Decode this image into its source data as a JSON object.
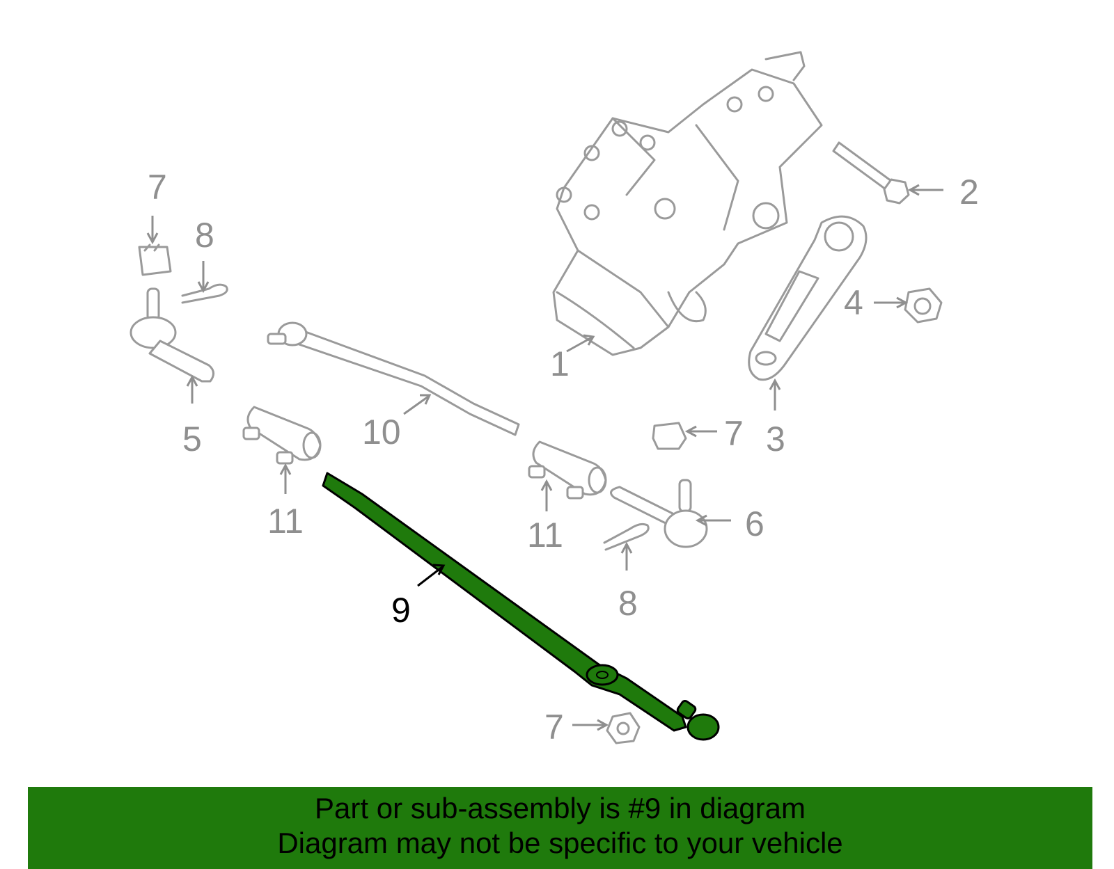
{
  "colors": {
    "highlight": "#1f7a0c",
    "part_outline": "#9a9a9a",
    "label": "#8f8f8f",
    "banner": "#1f7a0c"
  },
  "callouts": {
    "c1": "1",
    "c2": "2",
    "c3": "3",
    "c4": "4",
    "c5": "5",
    "c6": "6",
    "c7a": "7",
    "c7b": "7",
    "c7c": "7",
    "c8a": "8",
    "c8b": "8",
    "c9": "9",
    "c10": "10",
    "c11a": "11",
    "c11b": "11"
  },
  "banner": {
    "line1": "Part or sub-assembly is #9 in diagram",
    "line2": "Diagram may not be specific to your vehicle"
  }
}
